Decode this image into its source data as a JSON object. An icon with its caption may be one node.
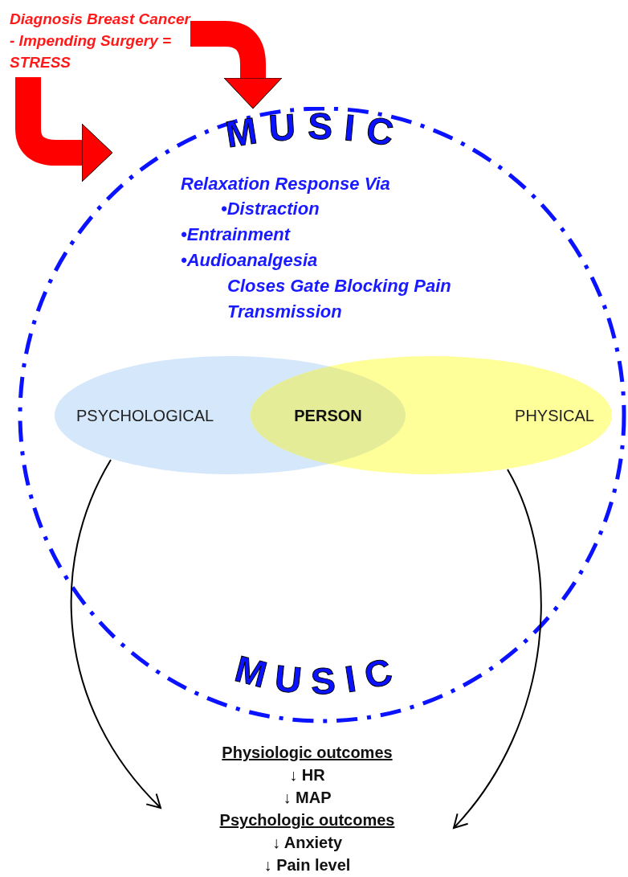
{
  "diagram": {
    "nodes": [
      {
        "text": [
          "Diagnosis Breast Cancer - Impending Surgery = STRESS"
        ]
      },
      {
        "text": [
          "MUSIC",
          "Relaxation Response Via",
          "•Distraction",
          "•Entrainment",
          "•Audioanalgesia",
          "Closes Gate Blocking Pain Transmission",
          "MUSIC"
        ]
      },
      {
        "text": [
          "PSYCHOLOGICAL"
        ],
        "in": 1
      },
      {
        "text": [
          "PHYSICAL"
        ],
        "in": 1
      },
      {
        "text": [
          "PERSON"
        ]
      },
      {
        "text": [
          "Physiologic outcomes",
          "↓ HR",
          "↓ MAP",
          "Psychologic outcomes",
          "↓ Anxiety",
          "↓ Pain level"
        ]
      }
    ],
    "edges": [
      {
        "from": 0,
        "to": 1,
        "arrow": "to",
        "style": "thick",
        "color": "#ff0000"
      },
      {
        "from": 0,
        "to": 1,
        "arrow": "to",
        "style": "thick",
        "color": "#ff0000"
      },
      {
        "from": 2,
        "to": 5,
        "arrow": "to",
        "color": "#000000"
      },
      {
        "from": 3,
        "to": 5,
        "arrow": "to",
        "color": "#000000"
      }
    ]
  }
}
